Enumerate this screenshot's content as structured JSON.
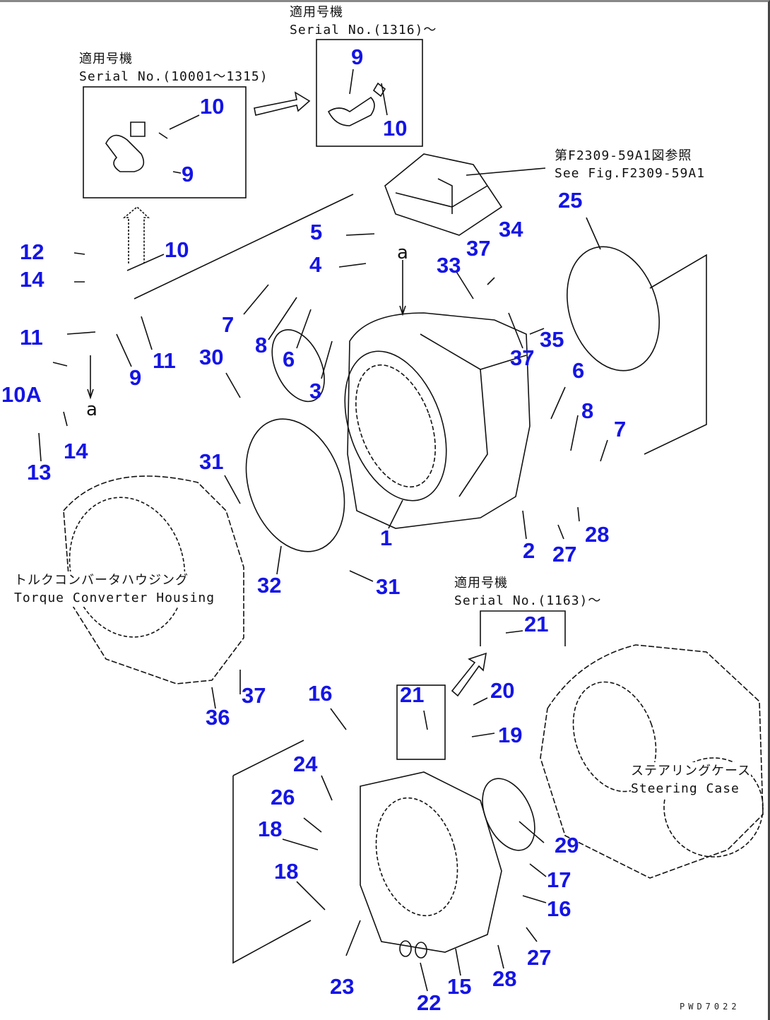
{
  "notes": {
    "serial_1316": {
      "jp": "適用号機",
      "en": "Serial No.(1316)～"
    },
    "serial_10001": {
      "jp": "適用号機",
      "en": "Serial No.(10001～1315)"
    },
    "see_fig": {
      "jp": "第F2309-59A1図参照",
      "en": "See Fig.F2309-59A1"
    },
    "torque_converter": {
      "jp": "トルクコンバータハウジング",
      "en": "Torque Converter Housing"
    },
    "serial_1163": {
      "jp": "適用号機",
      "en": "Serial No.(1163)～"
    },
    "steering_case": {
      "jp": "ステアリングケース",
      "en": "Steering Case"
    }
  },
  "markers": [
    "a",
    "a"
  ],
  "drawing_code": "PWD7022",
  "callouts": [
    "9",
    "10",
    "10",
    "9",
    "25",
    "34",
    "5",
    "37",
    "12",
    "10",
    "4",
    "33",
    "14",
    "7",
    "8",
    "35",
    "37",
    "11",
    "6",
    "30",
    "11",
    "9",
    "3",
    "10A",
    "6",
    "8",
    "7",
    "14",
    "13",
    "31",
    "1",
    "2",
    "28",
    "27",
    "32",
    "31",
    "21",
    "16",
    "21",
    "20",
    "19",
    "37",
    "36",
    "24",
    "26",
    "18",
    "29",
    "18",
    "17",
    "16",
    "27",
    "23",
    "28",
    "15",
    "22"
  ],
  "colors": {
    "callout": "#1414e6",
    "line": "#111111"
  }
}
